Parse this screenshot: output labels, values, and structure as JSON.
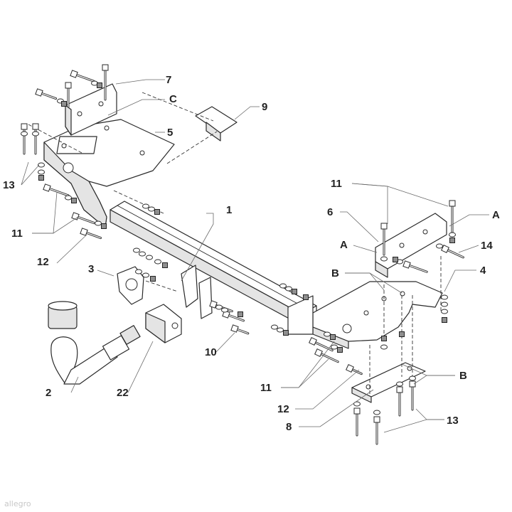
{
  "diagram": {
    "callouts": {
      "c1": "1",
      "c2": "2",
      "c3": "3",
      "c4": "4",
      "c5": "5",
      "c6": "6",
      "c7": "7",
      "c8": "8",
      "c9": "9",
      "c10": "10",
      "c11a": "11",
      "c11b": "11",
      "c11c": "11",
      "c12a": "12",
      "c12b": "12",
      "c13a": "13",
      "c13b": "13",
      "c14": "14",
      "c22": "22",
      "cA1": "A",
      "cA2": "A",
      "cB1": "B",
      "cB2": "B",
      "cC": "C"
    },
    "watermark": "allegro"
  },
  "colors": {
    "line": "#2a2a2a",
    "shade": "#e4e4e4",
    "leader": "#6a6a6a"
  }
}
